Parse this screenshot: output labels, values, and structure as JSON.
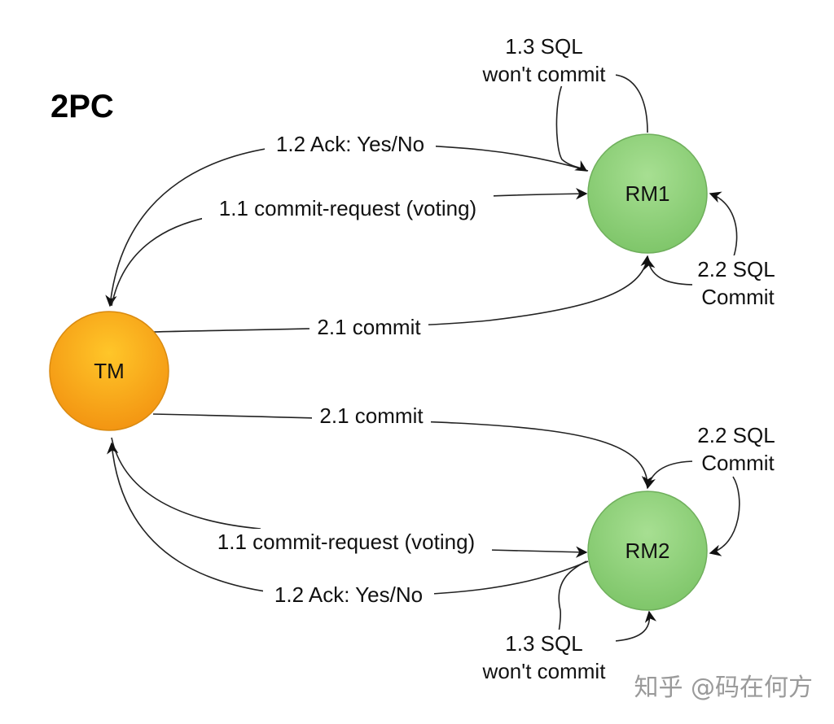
{
  "title": "2PC",
  "nodes": {
    "tm": {
      "label": "TM",
      "fill": "#f7a21b"
    },
    "rm1": {
      "label": "RM1",
      "fill": "#8fd17a"
    },
    "rm2": {
      "label": "RM2",
      "fill": "#8fd17a"
    }
  },
  "edges": {
    "top_ack": "1.2 Ack: Yes/No",
    "top_request": "1.1 commit-request (voting)",
    "top_commit": "2.1 commit",
    "bottom_commit": "2.1 commit",
    "bottom_request": "1.1 commit-request (voting)",
    "bottom_ack": "1.2 Ack: Yes/No"
  },
  "self_loops": {
    "rm1_wont_commit": [
      "1.3 SQL",
      "won't commit"
    ],
    "rm1_commit": [
      "2.2 SQL",
      "Commit"
    ],
    "rm2_commit": [
      "2.2 SQL",
      "Commit"
    ],
    "rm2_wont_commit": [
      "1.3 SQL",
      "won't commit"
    ]
  },
  "watermark": "知乎 @码在何方"
}
